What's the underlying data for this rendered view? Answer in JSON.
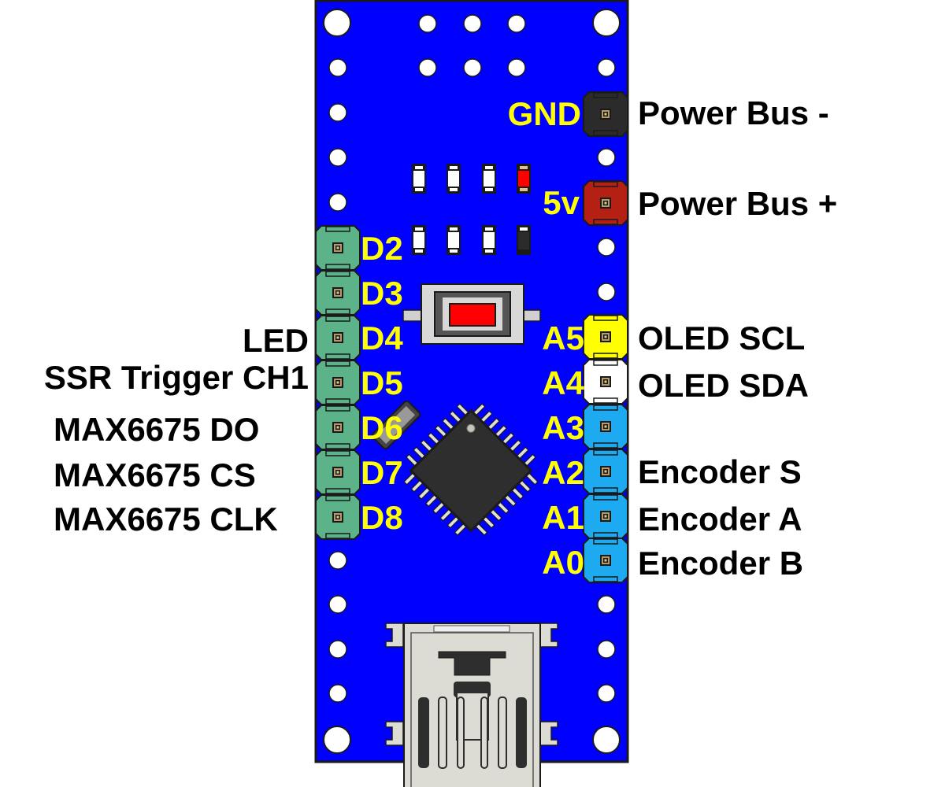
{
  "colors": {
    "board": "#0000ff",
    "board_outline": "#1a1a1a",
    "pin_label": "#ffff00",
    "ext_label": "#000000",
    "digital_header": "#5cb38a",
    "analog_header": "#1eaaf0",
    "scl_header": "#ffff00",
    "sda_header": "#ffffff",
    "gnd_header": "#2b2b2b",
    "vcc_header": "#b52015",
    "chip": "#2e2e2e",
    "usb": "#dcdcd4",
    "reset_button": "#ff0000"
  },
  "board": {
    "left_pins": [
      {
        "pin": "D2",
        "function": ""
      },
      {
        "pin": "D3",
        "function": ""
      },
      {
        "pin": "D4",
        "function": "LED"
      },
      {
        "pin": "D5",
        "function": "SSR Trigger CH1"
      },
      {
        "pin": "D6",
        "function": "MAX6675 DO"
      },
      {
        "pin": "D7",
        "function": "MAX6675 CS"
      },
      {
        "pin": "D8",
        "function": "MAX6675 CLK"
      }
    ],
    "right_pins": [
      {
        "pin": "GND",
        "function": "Power Bus -"
      },
      {
        "pin": "5v",
        "function": "Power Bus +"
      },
      {
        "pin": "A5",
        "function": "OLED SCL"
      },
      {
        "pin": "A4",
        "function": "OLED SDA"
      },
      {
        "pin": "A3",
        "function": ""
      },
      {
        "pin": "A2",
        "function": "Encoder S"
      },
      {
        "pin": "A1",
        "function": "Encoder A"
      },
      {
        "pin": "A0",
        "function": "Encoder B"
      }
    ]
  }
}
